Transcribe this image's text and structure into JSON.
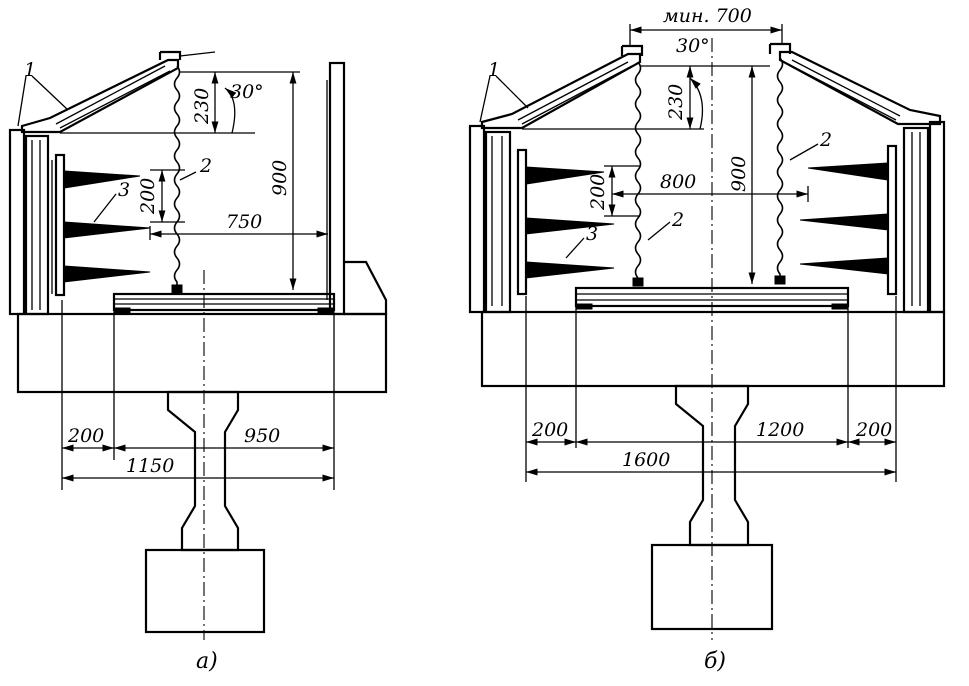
{
  "figures": [
    {
      "caption": "а)",
      "labels": {
        "part1": "1",
        "part2": "2",
        "part3": "3"
      },
      "angle": "30°",
      "dims": {
        "d230": "230",
        "d900": "900",
        "d200v": "200",
        "d750": "750",
        "d200": "200",
        "d950": "950",
        "d1150": "1150"
      }
    },
    {
      "caption": "б)",
      "labels": {
        "part1": "1",
        "part2a": "2",
        "part2b": "2",
        "part3": "3"
      },
      "angle": "30°",
      "dims": {
        "dmin700": "мин. 700",
        "d230": "230",
        "d900": "900",
        "d200v": "200",
        "d800": "800",
        "d200l": "200",
        "d1200": "1200",
        "d200r": "200",
        "d1600": "1600"
      }
    }
  ]
}
